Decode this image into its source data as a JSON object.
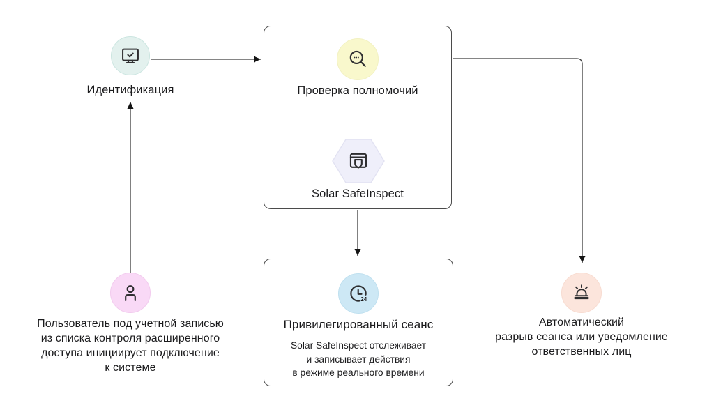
{
  "diagram": {
    "background": "#ffffff",
    "line_color": "#3c3c3c",
    "arrow_color": "#141414",
    "text_color": "#1b1b1d",
    "nodes": {
      "identification": {
        "label": "Идентификация",
        "icon": "monitor-check-icon",
        "fill": "#e3f1ee",
        "border": "#cbe5e0"
      },
      "authorization": {
        "label": "Проверка полномочий",
        "icon": "magnifier-dots-icon",
        "fill": "#f9f8cc",
        "border": "#f2f1c2"
      },
      "safeinspect": {
        "label": "Solar SafeInspect",
        "icon": "window-shield-icon",
        "fill": "#efeffa",
        "border": "#e2e2f2"
      },
      "session": {
        "title": "Привилегированный сеанс",
        "lines": [
          "Solar SafeInspect отслеживает",
          "и записывает действия",
          "в режиме реального времени"
        ],
        "icon": "clock-24-icon",
        "badge": "24",
        "fill": "#cde8f5",
        "border": "#bfe0ef"
      },
      "alarm": {
        "lines": [
          "Автоматический",
          "разрыв сеанса или уведомление",
          "ответственных лиц"
        ],
        "icon": "siren-icon",
        "fill": "#fce5dc",
        "border": "#f8dcd1"
      },
      "user": {
        "lines": [
          "Пользователь под учетной записью",
          "из списка контроля расширенного",
          "доступа инициирует подключение",
          "к системе"
        ],
        "icon": "person-icon",
        "fill": "#f9d9f6",
        "border": "#f2cbee"
      }
    }
  }
}
